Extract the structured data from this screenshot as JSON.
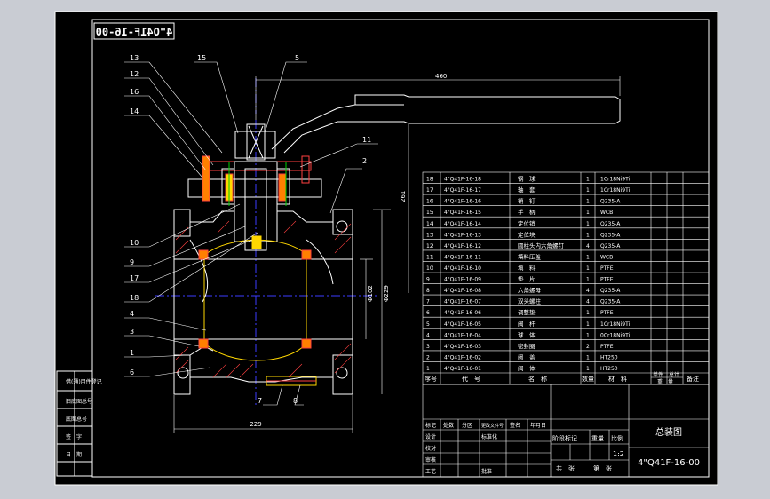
{
  "title_stamp": "4\"Q41F-16-00",
  "dims": {
    "handle": "460",
    "height": "261",
    "flange_od": "Φ229",
    "bore": "Φ102",
    "length": "229"
  },
  "callouts": [
    "13",
    "12",
    "16",
    "14",
    "15",
    "5",
    "11",
    "2",
    "10",
    "9",
    "17",
    "18",
    "4",
    "3",
    "1",
    "6",
    "7",
    "8"
  ],
  "bom_headers": {
    "seq": "序号",
    "code": "代　号",
    "name": "名　称",
    "qty": "数量",
    "material": "材　料",
    "unit_weight": "单件",
    "total_weight": "总计",
    "weight": "重　量",
    "note": "备注"
  },
  "bom_rows": [
    {
      "n": "18",
      "code": "4\"Q41F-16-18",
      "name": "钢　球",
      "qty": "1",
      "mat": "1Cr18Ni9Ti"
    },
    {
      "n": "17",
      "code": "4\"Q41F-16-17",
      "name": "轴　套",
      "qty": "1",
      "mat": "1Cr18Ni9Ti"
    },
    {
      "n": "16",
      "code": "4\"Q41F-16-16",
      "name": "销　钉",
      "qty": "1",
      "mat": "Q235-A"
    },
    {
      "n": "15",
      "code": "4\"Q41F-16-15",
      "name": "手　柄",
      "qty": "1",
      "mat": "WCB"
    },
    {
      "n": "14",
      "code": "4\"Q41F-16-14",
      "name": "定位销",
      "qty": "1",
      "mat": "Q235-A"
    },
    {
      "n": "13",
      "code": "4\"Q41F-16-13",
      "name": "定位块",
      "qty": "1",
      "mat": "Q235-A"
    },
    {
      "n": "12",
      "code": "4\"Q41F-16-12",
      "name": "圆柱头内六角螺钉",
      "qty": "4",
      "mat": "Q235-A"
    },
    {
      "n": "11",
      "code": "4\"Q41F-16-11",
      "name": "填料压盖",
      "qty": "1",
      "mat": "WCB"
    },
    {
      "n": "10",
      "code": "4\"Q41F-16-10",
      "name": "填　料",
      "qty": "1",
      "mat": "PTFE"
    },
    {
      "n": "9",
      "code": "4\"Q41F-16-09",
      "name": "垫　片",
      "qty": "1",
      "mat": "PTFE"
    },
    {
      "n": "8",
      "code": "4\"Q41F-16-08",
      "name": "六角螺母",
      "qty": "4",
      "mat": "Q235-A"
    },
    {
      "n": "7",
      "code": "4\"Q41F-16-07",
      "name": "双头螺柱",
      "qty": "4",
      "mat": "Q235-A"
    },
    {
      "n": "6",
      "code": "4\"Q41F-16-06",
      "name": "调整垫",
      "qty": "1",
      "mat": "PTFE"
    },
    {
      "n": "5",
      "code": "4\"Q41F-16-05",
      "name": "阀　杆",
      "qty": "1",
      "mat": "1Cr18Ni9Ti"
    },
    {
      "n": "4",
      "code": "4\"Q41F-16-04",
      "name": "球　体",
      "qty": "1",
      "mat": "0Cr18Ni9Ti"
    },
    {
      "n": "3",
      "code": "4\"Q41F-16-03",
      "name": "密封圈",
      "qty": "2",
      "mat": "PTFE"
    },
    {
      "n": "2",
      "code": "4\"Q41F-16-02",
      "name": "阀　盖",
      "qty": "1",
      "mat": "HT250"
    },
    {
      "n": "1",
      "code": "4\"Q41F-16-01",
      "name": "阀　体",
      "qty": "1",
      "mat": "HT250"
    }
  ],
  "title_block": {
    "drawing_title": "总装图",
    "drawing_no": "4\"Q41F-16-00",
    "mark": "标记",
    "count": "处数",
    "zone": "分区",
    "change_doc": "更改文件号",
    "signature": "签名",
    "date": "年月日",
    "design": "设计",
    "standardize": "标准化",
    "check": "校对",
    "review": "审核",
    "process": "工艺",
    "approve": "批准",
    "stage_mark": "阶段标记",
    "weight": "重量",
    "scale": "比例",
    "scale_value": "1:2",
    "sheets_total": "共　张",
    "sheet_no": "第　张"
  },
  "side_labels": [
    "借(通)用件登记",
    "旧底图总号",
    "底图总号",
    "签　字",
    "日　期"
  ]
}
